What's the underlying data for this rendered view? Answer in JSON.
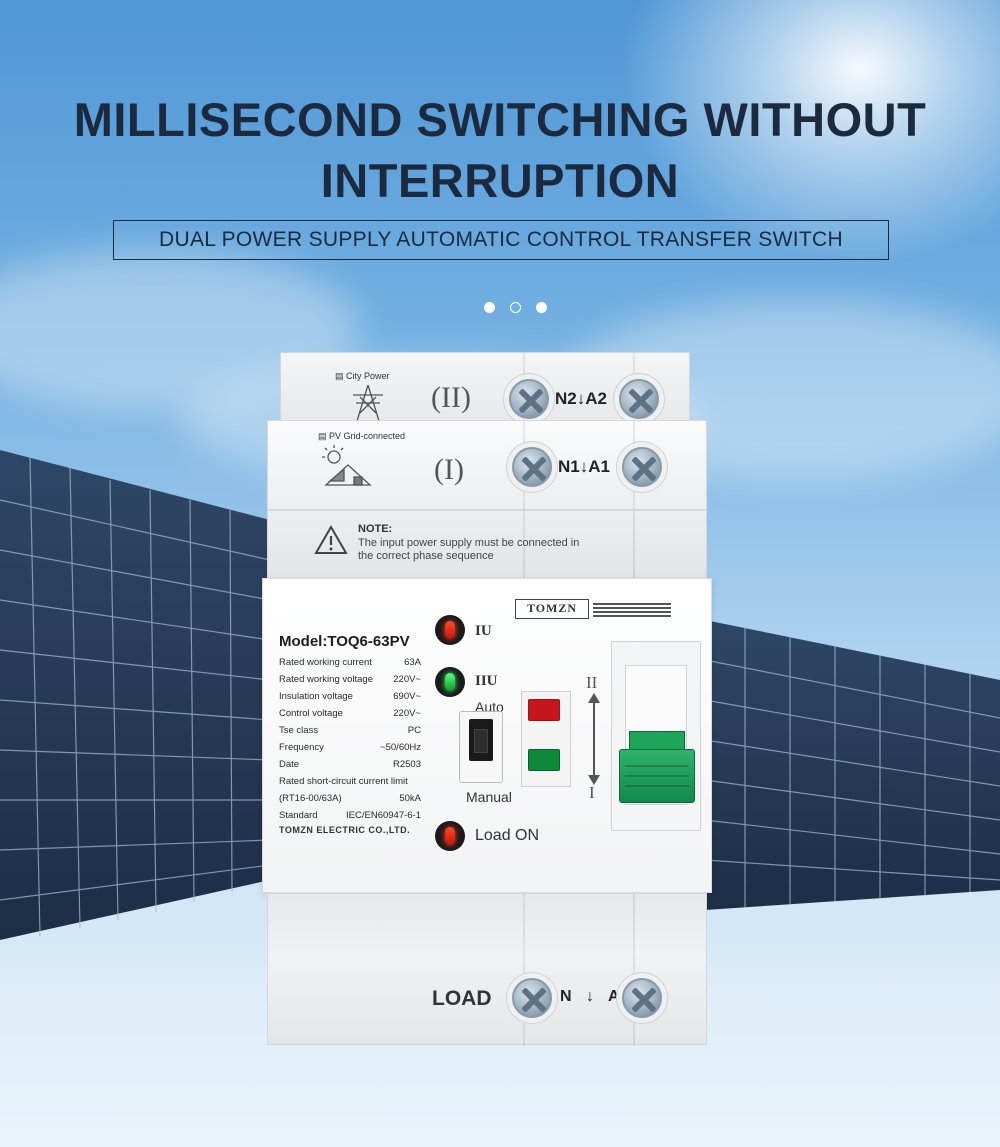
{
  "headline": {
    "line1": "MILLISECOND SWITCHING WITHOUT",
    "line2": "INTERRUPTION"
  },
  "subtitle": "DUAL POWER SUPPLY AUTOMATIC CONTROL TRANSFER SWITCH",
  "carousel": {
    "count": 3,
    "active": 2
  },
  "device": {
    "source2": {
      "label": "City Power",
      "roman": "(II)",
      "terminal": "N2↓A2"
    },
    "source1": {
      "label": "PV Grid-connected",
      "roman": "(I)",
      "terminal": "N1↓A1"
    },
    "note": {
      "title": "NOTE:",
      "line1": "The input power supply must be connected in",
      "line2": "the correct phase sequence"
    },
    "brand": "TOMZN",
    "model": "Model:TOQ6-63PV",
    "specs": [
      {
        "k": "Rated working current",
        "v": "63A"
      },
      {
        "k": "Rated working voltage",
        "v": "220V~"
      },
      {
        "k": "Insulation voltage",
        "v": "690V~"
      },
      {
        "k": "Control voltage",
        "v": "220V~"
      },
      {
        "k": "Tse class",
        "v": "PC"
      },
      {
        "k": "Frequency",
        "v": "~50/60Hz"
      },
      {
        "k": "Date",
        "v": "R2503"
      },
      {
        "k": "Rated short-circuit current limit",
        "v": ""
      },
      {
        "k": "(RT16-00/63A)",
        "v": "50kA"
      },
      {
        "k": "Standard",
        "v": "IEC/EN60947-6-1"
      }
    ],
    "company": "TOMZN ELECTRIC CO.,LTD.",
    "indicators": {
      "iu": "IU",
      "iiu": "IIU",
      "load_on": "Load ON"
    },
    "selector": {
      "auto": "Auto",
      "manual": "Manual"
    },
    "breaker": {
      "pos_top": "II",
      "pos_bottom": "I"
    },
    "load": {
      "label": "LOAD",
      "n": "N",
      "arrow": "↓",
      "a": "A"
    },
    "colors": {
      "handle": "#12894a",
      "red_button": "#c4161c",
      "green_button": "#0d8a3a"
    }
  }
}
